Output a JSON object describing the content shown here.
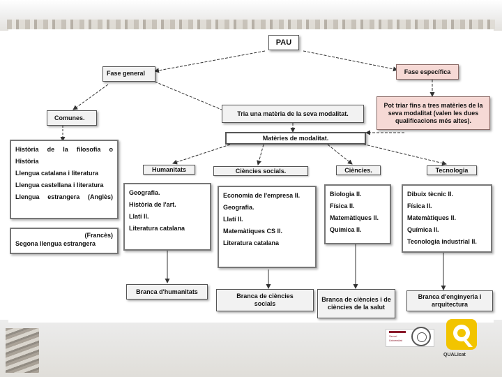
{
  "title": "PAU",
  "fase_general": "Fase general",
  "fase_especifica": "Fase específica",
  "comunes": "Comunes.",
  "comunes_items": [
    "Història de la filosofia o",
    "Història",
    "Llengua catalana i literatura",
    "Llengua castellana i literatura",
    "Llengua estrangera (Anglès)"
  ],
  "frances": "(Francès)",
  "segona_llengua": "Segona llengua estrangera",
  "tria": "Tria una matèria de la seva modalitat.",
  "pot_triar": "Pot triar fins a tres matèries de la seva modalitat (valen les dues qualificacions més altes).",
  "materies_modalitat": "Matèries de modalitat.",
  "modalities": [
    {
      "name": "Humanitats",
      "subjects": [
        "Geografia.",
        "Història de l'art.",
        "Llatí II.",
        "Literatura catalana"
      ],
      "branch": "Branca d'humanitats"
    },
    {
      "name": "Ciències socials.",
      "subjects": [
        "Economia de l'empresa II.",
        "Geografia.",
        "Llatí II.",
        "Matemàtiques CS II.",
        "Literatura catalana"
      ],
      "branch": "Branca de ciències socials"
    },
    {
      "name": "Ciències.",
      "subjects": [
        "Biologia II.",
        "Física II.",
        "Matemàtiques II.",
        "Química II."
      ],
      "branch": "Branca de ciències i de ciències de la salut"
    },
    {
      "name": "Tecnologia",
      "subjects": [
        "Dibuix tècnic II.",
        "Física II.",
        "Matemàtiques II.",
        "Química II.",
        "Tecnologia industrial II."
      ],
      "branch": "Branca d'enginyeria i arquitectura"
    }
  ],
  "logos": {
    "uv_line1": "Servei",
    "uv_line2": "Universitat",
    "qualicat": "QUALIcat"
  },
  "colors": {
    "pink_box": "#f6d9d5",
    "qualicat_yellow": "#f2c400"
  }
}
